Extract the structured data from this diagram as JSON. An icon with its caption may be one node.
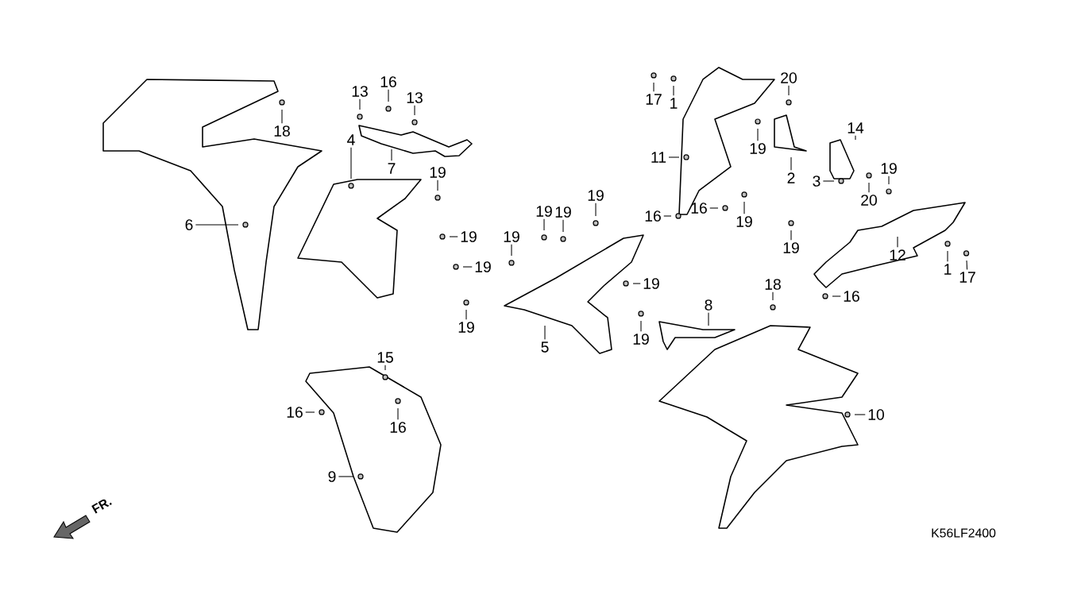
{
  "diagram": {
    "nodes": [
      {
        "text": [
          "18"
        ]
      },
      {
        "text": [
          "13"
        ]
      },
      {
        "text": [
          "16"
        ]
      },
      {
        "text": [
          "13"
        ]
      },
      {
        "text": [
          "7"
        ]
      },
      {
        "text": [
          "4"
        ]
      },
      {
        "text": [
          "6"
        ]
      },
      {
        "text": [
          "19"
        ]
      },
      {
        "text": [
          "19"
        ]
      },
      {
        "text": [
          "19"
        ]
      },
      {
        "text": [
          "19"
        ]
      },
      {
        "text": [
          "19"
        ]
      },
      {
        "text": [
          "19"
        ]
      },
      {
        "text": [
          "19"
        ]
      },
      {
        "text": [
          "19"
        ]
      },
      {
        "text": [
          "19"
        ]
      },
      {
        "text": [
          "19"
        ]
      },
      {
        "text": [
          "5"
        ]
      },
      {
        "text": [
          "8"
        ]
      },
      {
        "text": [
          "15"
        ]
      },
      {
        "text": [
          "16"
        ]
      },
      {
        "text": [
          "16"
        ]
      },
      {
        "text": [
          "9"
        ]
      },
      {
        "text": [
          "17"
        ]
      },
      {
        "text": [
          "1"
        ]
      },
      {
        "text": [
          "11"
        ]
      },
      {
        "text": [
          "16"
        ]
      },
      {
        "text": [
          "16"
        ]
      },
      {
        "text": [
          "19"
        ]
      },
      {
        "text": [
          "19"
        ]
      },
      {
        "text": [
          "20"
        ]
      },
      {
        "text": [
          "2"
        ]
      },
      {
        "text": [
          "14"
        ]
      },
      {
        "text": [
          "3"
        ]
      },
      {
        "text": [
          "20"
        ]
      },
      {
        "text": [
          "19"
        ]
      },
      {
        "text": [
          "19"
        ]
      },
      {
        "text": [
          "16"
        ]
      },
      {
        "text": [
          "12"
        ]
      },
      {
        "text": [
          "1"
        ]
      },
      {
        "text": [
          "17"
        ]
      },
      {
        "text": [
          "18"
        ]
      },
      {
        "text": [
          "10"
        ]
      }
    ],
    "edges": [
      {
        "from": 0,
        "to": null,
        "arrow": "none"
      },
      {
        "from": 1,
        "to": null,
        "arrow": "none"
      },
      {
        "from": 2,
        "to": null,
        "arrow": "none"
      },
      {
        "from": 3,
        "to": null,
        "arrow": "none"
      },
      {
        "from": 4,
        "to": null,
        "arrow": "none"
      },
      {
        "from": 5,
        "to": null,
        "arrow": "none"
      },
      {
        "from": 6,
        "to": null,
        "arrow": "none"
      },
      {
        "from": 7,
        "to": null,
        "arrow": "none"
      },
      {
        "from": 8,
        "to": null,
        "arrow": "none"
      },
      {
        "from": 9,
        "to": null,
        "arrow": "none"
      },
      {
        "from": 10,
        "to": null,
        "arrow": "none"
      },
      {
        "from": 11,
        "to": null,
        "arrow": "none"
      },
      {
        "from": 12,
        "to": null,
        "arrow": "none"
      },
      {
        "from": 13,
        "to": null,
        "arrow": "none"
      },
      {
        "from": 14,
        "to": null,
        "arrow": "none"
      },
      {
        "from": 15,
        "to": null,
        "arrow": "none"
      },
      {
        "from": 16,
        "to": null,
        "arrow": "none"
      },
      {
        "from": 17,
        "to": null,
        "arrow": "none"
      },
      {
        "from": 18,
        "to": null,
        "arrow": "none"
      },
      {
        "from": 19,
        "to": null,
        "arrow": "none"
      },
      {
        "from": 20,
        "to": null,
        "arrow": "none"
      },
      {
        "from": 21,
        "to": null,
        "arrow": "none"
      },
      {
        "from": 22,
        "to": null,
        "arrow": "none"
      },
      {
        "from": 23,
        "to": null,
        "arrow": "none"
      },
      {
        "from": 24,
        "to": null,
        "arrow": "none"
      },
      {
        "from": 25,
        "to": null,
        "arrow": "none"
      },
      {
        "from": 26,
        "to": null,
        "arrow": "none"
      },
      {
        "from": 27,
        "to": null,
        "arrow": "none"
      },
      {
        "from": 28,
        "to": null,
        "arrow": "none"
      },
      {
        "from": 29,
        "to": null,
        "arrow": "none"
      },
      {
        "from": 30,
        "to": null,
        "arrow": "none"
      },
      {
        "from": 31,
        "to": null,
        "arrow": "none"
      },
      {
        "from": 32,
        "to": null,
        "arrow": "none"
      },
      {
        "from": 33,
        "to": null,
        "arrow": "none"
      },
      {
        "from": 34,
        "to": null,
        "arrow": "none"
      },
      {
        "from": 35,
        "to": null,
        "arrow": "none"
      },
      {
        "from": 36,
        "to": null,
        "arrow": "none"
      },
      {
        "from": 37,
        "to": null,
        "arrow": "none"
      },
      {
        "from": 38,
        "to": null,
        "arrow": "none"
      },
      {
        "from": 39,
        "to": null,
        "arrow": "none"
      },
      {
        "from": 40,
        "to": null,
        "arrow": "none"
      },
      {
        "from": 41,
        "to": null,
        "arrow": "none"
      },
      {
        "from": 42,
        "to": null,
        "arrow": "none"
      }
    ],
    "labels": [
      "FR.",
      "K56LF2400"
    ]
  }
}
